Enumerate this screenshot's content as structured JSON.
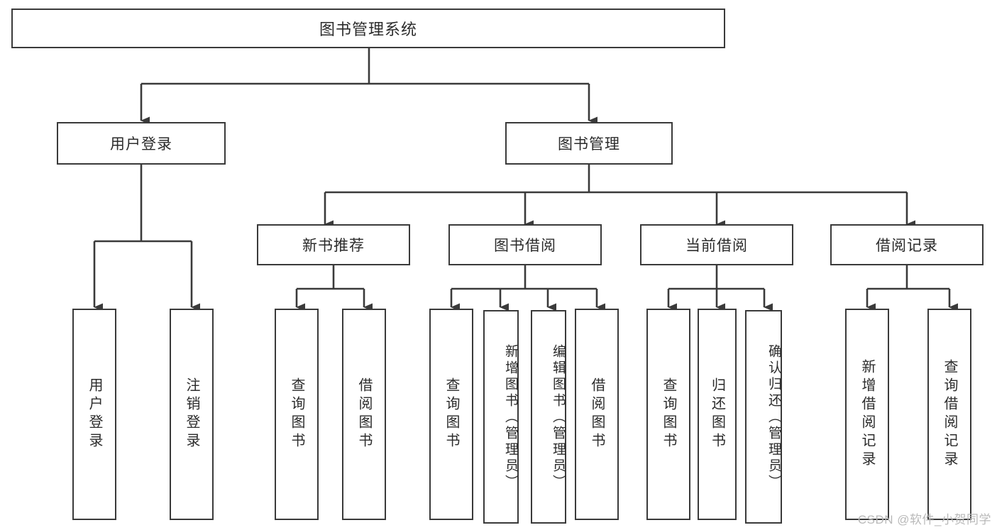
{
  "diagram": {
    "title": "图书管理系统",
    "type": "hierarchy-tree",
    "line_color": "#3a3a3a",
    "text_color": "#2b2b2b",
    "background": "#ffffff",
    "root": {
      "label": "图书管理系统"
    },
    "level2": [
      {
        "label": "用户登录"
      },
      {
        "label": "图书管理"
      }
    ],
    "level3": [
      {
        "label": "新书推荐"
      },
      {
        "label": "图书借阅"
      },
      {
        "label": "当前借阅"
      },
      {
        "label": "借阅记录"
      }
    ],
    "leaves": {
      "user_login": [
        {
          "label": "用户登录"
        },
        {
          "label": "注销登录"
        }
      ],
      "new_book_recommend": [
        {
          "label": "查询图书"
        },
        {
          "label": "借阅图书"
        }
      ],
      "book_borrow": [
        {
          "label": "查询图书"
        },
        {
          "label": "新增图书（管理员）"
        },
        {
          "label": "编辑图书（管理员）"
        },
        {
          "label": "借阅图书"
        }
      ],
      "current_borrow": [
        {
          "label": "查询图书"
        },
        {
          "label": "归还图书"
        },
        {
          "label": "确认归还（管理员）"
        }
      ],
      "borrow_record": [
        {
          "label": "新增借阅记录"
        },
        {
          "label": "查询借阅记录"
        }
      ]
    }
  },
  "watermark": {
    "text": "CSDN @软件_小贺同学"
  }
}
